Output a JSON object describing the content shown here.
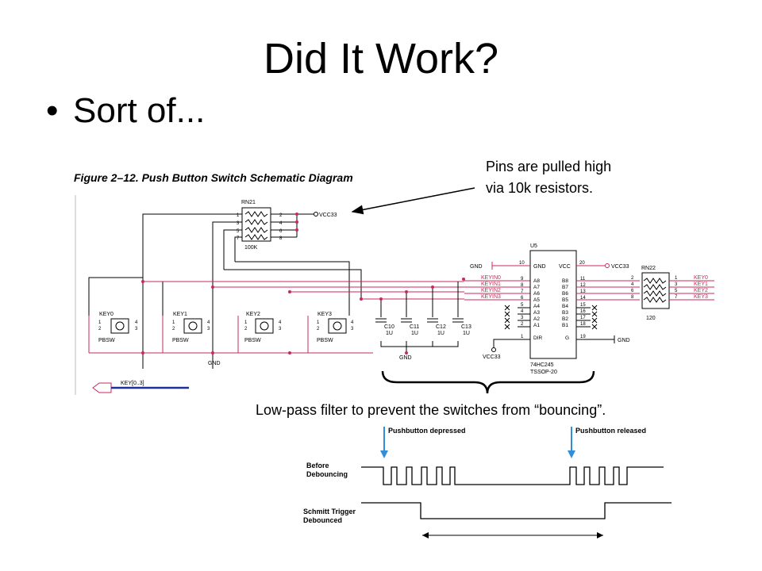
{
  "slide": {
    "title": "Did It Work?",
    "bullet": "Sort of...",
    "annotation_pullup": [
      "Pins are pulled high",
      "via 10k resistors."
    ],
    "annotation_filter": "Low-pass filter to prevent the switches from “bouncing”."
  },
  "schematic": {
    "caption": "Figure 2–12. Push Button Switch Schematic Diagram",
    "rn21": {
      "name": "RN21",
      "value": "100K",
      "pins_left": [
        "1",
        "3",
        "5",
        "7"
      ],
      "pins_right": [
        "2",
        "4",
        "6",
        "8"
      ],
      "net": "VCC33"
    },
    "keys": [
      {
        "name": "KEY0",
        "type": "PBSW"
      },
      {
        "name": "KEY1",
        "type": "PBSW"
      },
      {
        "name": "KEY2",
        "type": "PBSW"
      },
      {
        "name": "KEY3",
        "type": "PBSW"
      }
    ],
    "switch_pins": [
      "1",
      "2",
      "4",
      "3"
    ],
    "caps": [
      {
        "name": "C10",
        "value": "1U"
      },
      {
        "name": "C11",
        "value": "1U"
      },
      {
        "name": "C12",
        "value": "1U"
      },
      {
        "name": "C13",
        "value": "1U"
      }
    ],
    "gnd_label": "GND",
    "u5": {
      "name": "U5",
      "part": "74HC245",
      "package": "TSSOP-20",
      "gnd_pin": "10",
      "vcc_pin": "20",
      "gnd_text": "GND",
      "vcc_text": "VCC",
      "a_pins": [
        "A8",
        "A7",
        "A6",
        "A5",
        "A4",
        "A3",
        "A2",
        "A1",
        "DIR"
      ],
      "a_nums": [
        "9",
        "8",
        "7",
        "6",
        "5",
        "4",
        "3",
        "2",
        "1"
      ],
      "b_pins": [
        "B8",
        "B7",
        "B6",
        "B5",
        "B4",
        "B3",
        "B2",
        "B1",
        "G"
      ],
      "b_nums": [
        "11",
        "12",
        "13",
        "14",
        "15",
        "16",
        "17",
        "18",
        "19"
      ],
      "vcc_net": "VCC33",
      "dir_net": "VCC33"
    },
    "keyin_nets": [
      "KEYIN0",
      "KEYIN1",
      "KEYIN2",
      "KEYIN3"
    ],
    "rn22": {
      "name": "RN22",
      "value": "120",
      "pins_left": [
        "2",
        "4",
        "6",
        "8"
      ],
      "pins_right": [
        "1",
        "3",
        "5",
        "7"
      ]
    },
    "key_out_nets": [
      "KEY0",
      "KEY1",
      "KEY2",
      "KEY3"
    ],
    "bus_label": "KEY[0..3]",
    "gnd_left": "GND",
    "gnd_right": "GND",
    "vcc_right": "VCC33"
  },
  "timing": {
    "label_depressed": "Pushbutton depressed",
    "label_released": "Pushbutton released",
    "row1": [
      "Before",
      "Debouncing"
    ],
    "row2": [
      "Schmitt Trigger",
      "Debounced"
    ]
  },
  "colors": {
    "wire": "#000000",
    "net": "#c8285a",
    "junction": "#c8285a",
    "arrow": "#2f8fd8",
    "bus": "#1c2f9a"
  }
}
